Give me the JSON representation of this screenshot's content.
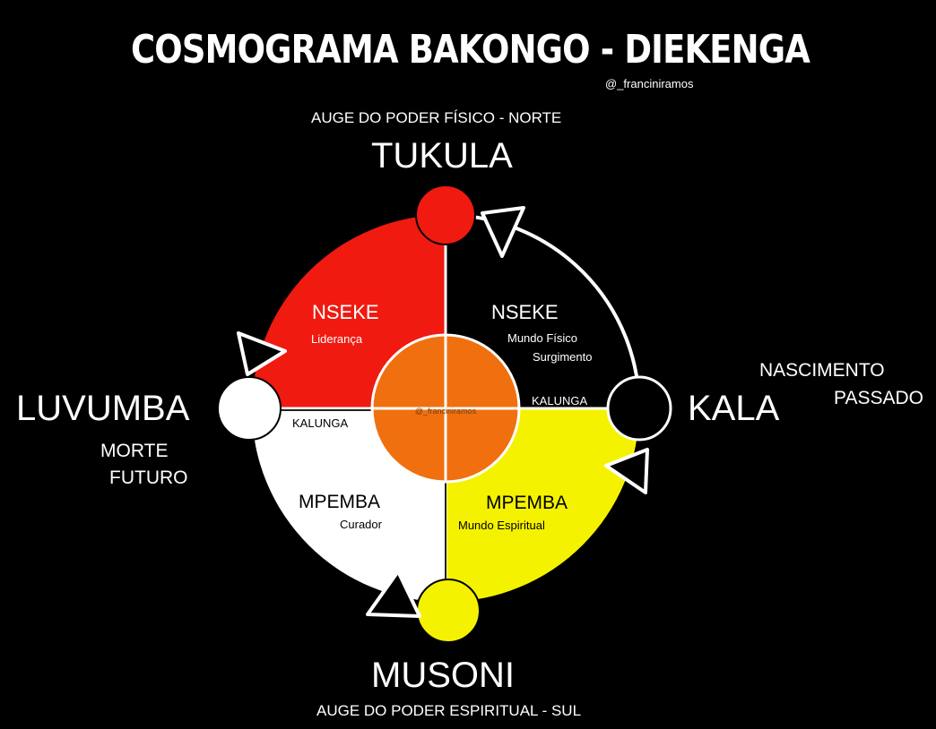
{
  "title": "COSMOGRAMA BAKONGO - DIEKENGA",
  "handle": "@_franciniramos",
  "top": {
    "caption": "AUGE DO PODER FÍSICO - NORTE",
    "name": "TUKULA"
  },
  "right": {
    "name": "KALA",
    "line1": "NASCIMENTO",
    "line2": "PASSADO"
  },
  "left": {
    "name": "LUVUMBA",
    "line1": "MORTE",
    "line2": "FUTURO"
  },
  "bottom": {
    "name": "MUSONI",
    "caption": "AUGE DO PODER ESPIRITUAL - SUL"
  },
  "quadrants": {
    "top_left": {
      "title": "NSEKE",
      "sub": "Liderança",
      "color": "#f01a10"
    },
    "top_right": {
      "title": "NSEKE",
      "sub1": "Mundo Físico",
      "sub2": "Surgimento",
      "color": "#000000"
    },
    "bottom_left": {
      "title": "MPEMBA",
      "sub": "Curador",
      "color": "#ffffff"
    },
    "bottom_right": {
      "title": "MPEMBA",
      "sub": "Mundo Espiritual",
      "color": "#f5f200"
    }
  },
  "kalunga_right": "KALUNGA",
  "kalunga_left": "KALUNGA",
  "center_watermark": "@_franciniramos",
  "colors": {
    "center": "#f07010",
    "red": "#f01a10",
    "yellow": "#f5f200",
    "white": "#ffffff",
    "black": "#000000"
  }
}
